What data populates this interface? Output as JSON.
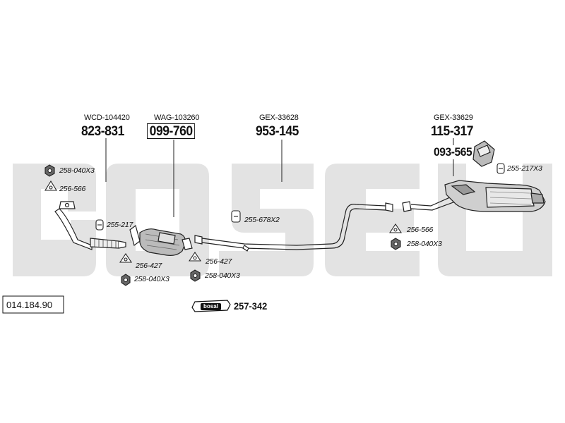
{
  "watermark": {
    "brand": "bosal",
    "color": "#e3e3e3"
  },
  "diagram_id": "014.184.90",
  "brand_badge": "bosal",
  "callouts": [
    {
      "code": "WCD-104420",
      "part": "823-831",
      "boxed": false
    },
    {
      "code": "WAG-103260",
      "part": "099-760",
      "boxed": true
    },
    {
      "code": "GEX-33628",
      "part": "953-145",
      "boxed": false
    },
    {
      "code": "GEX-33629",
      "part": "115-317",
      "boxed": false
    }
  ],
  "bracket_part": "093-565",
  "part_labels": {
    "nut_front": "258-040X3",
    "gasket_front": "256-566",
    "clamp_front": "255-217",
    "gasket_cat": "256-427",
    "nut_cat": "258-040X3",
    "gasket_mid": "256-427",
    "nut_mid": "258-040X3",
    "hanger_mid": "255-678X2",
    "gasket_rear": "256-566",
    "nut_rear": "258-040X3",
    "hanger_rear": "255-217X3"
  },
  "mounting_kit": "257-342"
}
